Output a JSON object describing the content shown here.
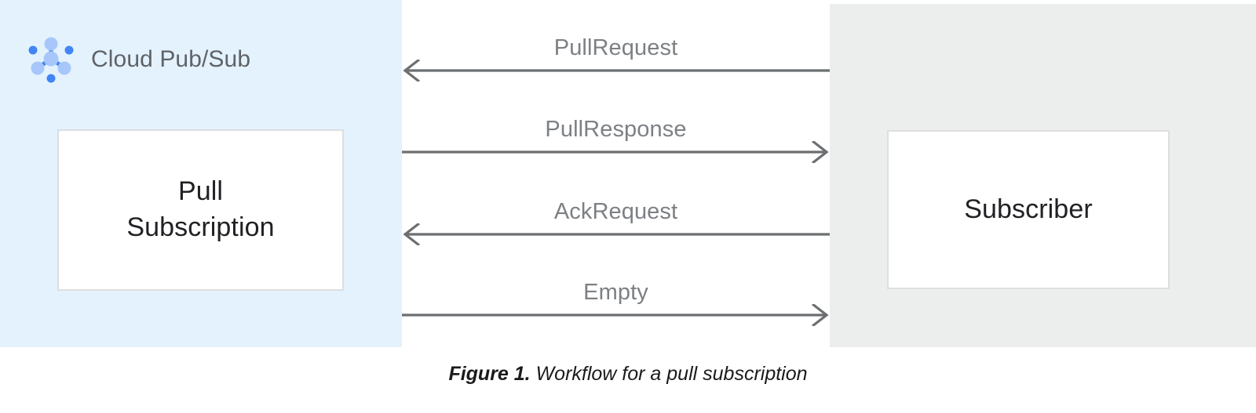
{
  "figure": {
    "caption_number": "Figure 1.",
    "caption_text": "Workflow for a pull subscription"
  },
  "colors": {
    "left_panel_bg": "#e3f2fd",
    "right_panel_bg": "#eceded",
    "box_bg": "#ffffff",
    "box_border": "#dedede",
    "arrow": "#6c6f72",
    "label_text": "#7c8084",
    "node_text": "#202124",
    "service_text": "#5f6368",
    "icon_primary": "#4285f4",
    "icon_secondary": "#a7c7fa"
  },
  "left_panel": {
    "service": {
      "icon": "cloud-pubsub-icon",
      "label": "Cloud Pub/Sub"
    },
    "node": {
      "label_line_1": "Pull",
      "label_line_2": "Subscription"
    }
  },
  "right_panel": {
    "node": {
      "label": "Subscriber"
    }
  },
  "flows": [
    {
      "label": "PullRequest",
      "direction": "left",
      "from": "Subscriber",
      "to": "Pull Subscription"
    },
    {
      "label": "PullResponse",
      "direction": "right",
      "from": "Pull Subscription",
      "to": "Subscriber"
    },
    {
      "label": "AckRequest",
      "direction": "left",
      "from": "Subscriber",
      "to": "Pull Subscription"
    },
    {
      "label": "Empty",
      "direction": "right",
      "from": "Pull Subscription",
      "to": "Subscriber"
    }
  ]
}
